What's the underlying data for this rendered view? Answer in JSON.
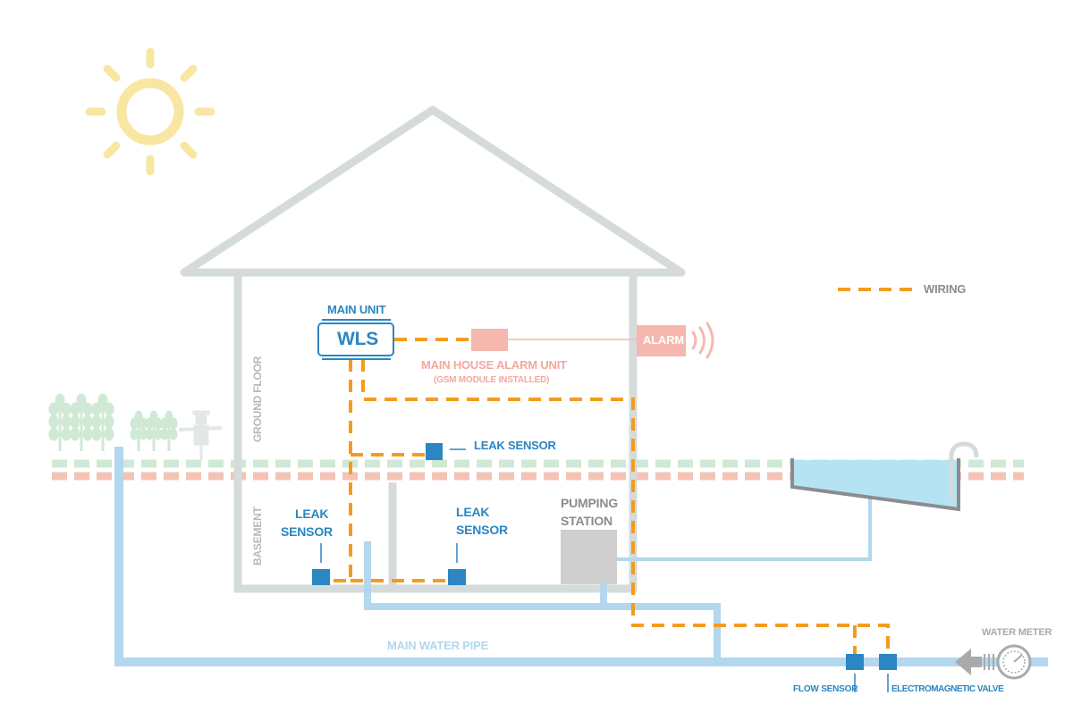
{
  "labels": {
    "main_unit": "MAIN UNIT",
    "wls": "WLS",
    "alarm_unit_line1": "MAIN HOUSE ALARM UNIT",
    "alarm_unit_line2": "(GSM MODULE INSTALLED)",
    "alarm": "ALARM",
    "leak_sensor_right": "LEAK SENSOR",
    "leak_left_1": "LEAK",
    "leak_left_2": "SENSOR",
    "leak_mid_1": "LEAK",
    "leak_mid_2": "SENSOR",
    "pumping_1": "PUMPING",
    "pumping_2": "STATION",
    "ground_floor": "GROUND FLOOR",
    "basement": "BASEMENT",
    "main_water_pipe": "MAIN WATER PIPE",
    "water_meter": "WATER METER",
    "flow_sensor": "FLOW SENSOR",
    "electromagnetic_valve": "ELECTROMAGNETIC VALVE",
    "legend_wiring": "WIRING"
  },
  "colors": {
    "wiring": "#f39c1f",
    "pipe": "#b3d7ee",
    "house": "#d5dbdb",
    "sensor": "#2b86c2",
    "alarm": "#f6b7ae",
    "sun": "#f8e7a2",
    "ground_green": "#cfe9d4",
    "ground_pink": "#f4c3b4",
    "pool_water": "#b5e3f4",
    "pump": "#cfcfcf"
  }
}
